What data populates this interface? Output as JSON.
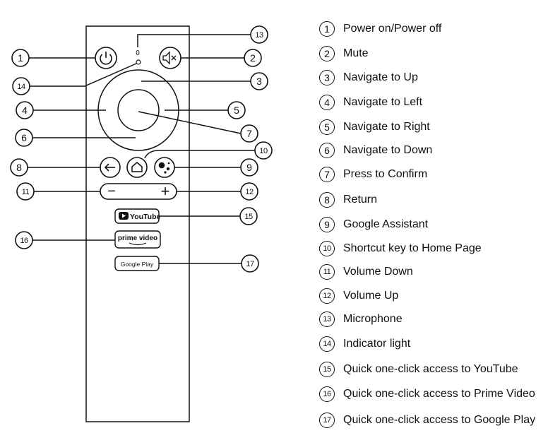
{
  "callouts": [
    "1",
    "2",
    "3",
    "4",
    "5",
    "6",
    "7",
    "8",
    "9",
    "10",
    "11",
    "12",
    "13",
    "14",
    "15",
    "16",
    "17"
  ],
  "remote": {
    "volume_minus": "−",
    "volume_plus": "+",
    "youtube_label": "YouTube",
    "prime_label": "prime video",
    "googleplay_label": "Google Play"
  },
  "legend": [
    {
      "num": "1",
      "text": "Power on/Power off"
    },
    {
      "num": "2",
      "text": "Mute"
    },
    {
      "num": "3",
      "text": "Navigate to Up"
    },
    {
      "num": "4",
      "text": "Navigate to Left"
    },
    {
      "num": "5",
      "text": "Navigate to Right"
    },
    {
      "num": "6",
      "text": "Navigate to Down"
    },
    {
      "num": "7",
      "text": "Press to Confirm"
    },
    {
      "num": "8",
      "text": "Return"
    },
    {
      "num": "9",
      "text": "Google Assistant"
    },
    {
      "num": "10",
      "text": "Shortcut key to Home Page"
    },
    {
      "num": "11",
      "text": "Volume Down"
    },
    {
      "num": "12",
      "text": "Volume Up"
    },
    {
      "num": "13",
      "text": "Microphone"
    },
    {
      "num": "14",
      "text": "Indicator light"
    },
    {
      "num": "15",
      "text": "Quick one-click access to YouTube"
    },
    {
      "num": "16",
      "text": "Quick one-click access to Prime Video"
    },
    {
      "num": "17",
      "text": "Quick one-click access to Google Play"
    }
  ]
}
